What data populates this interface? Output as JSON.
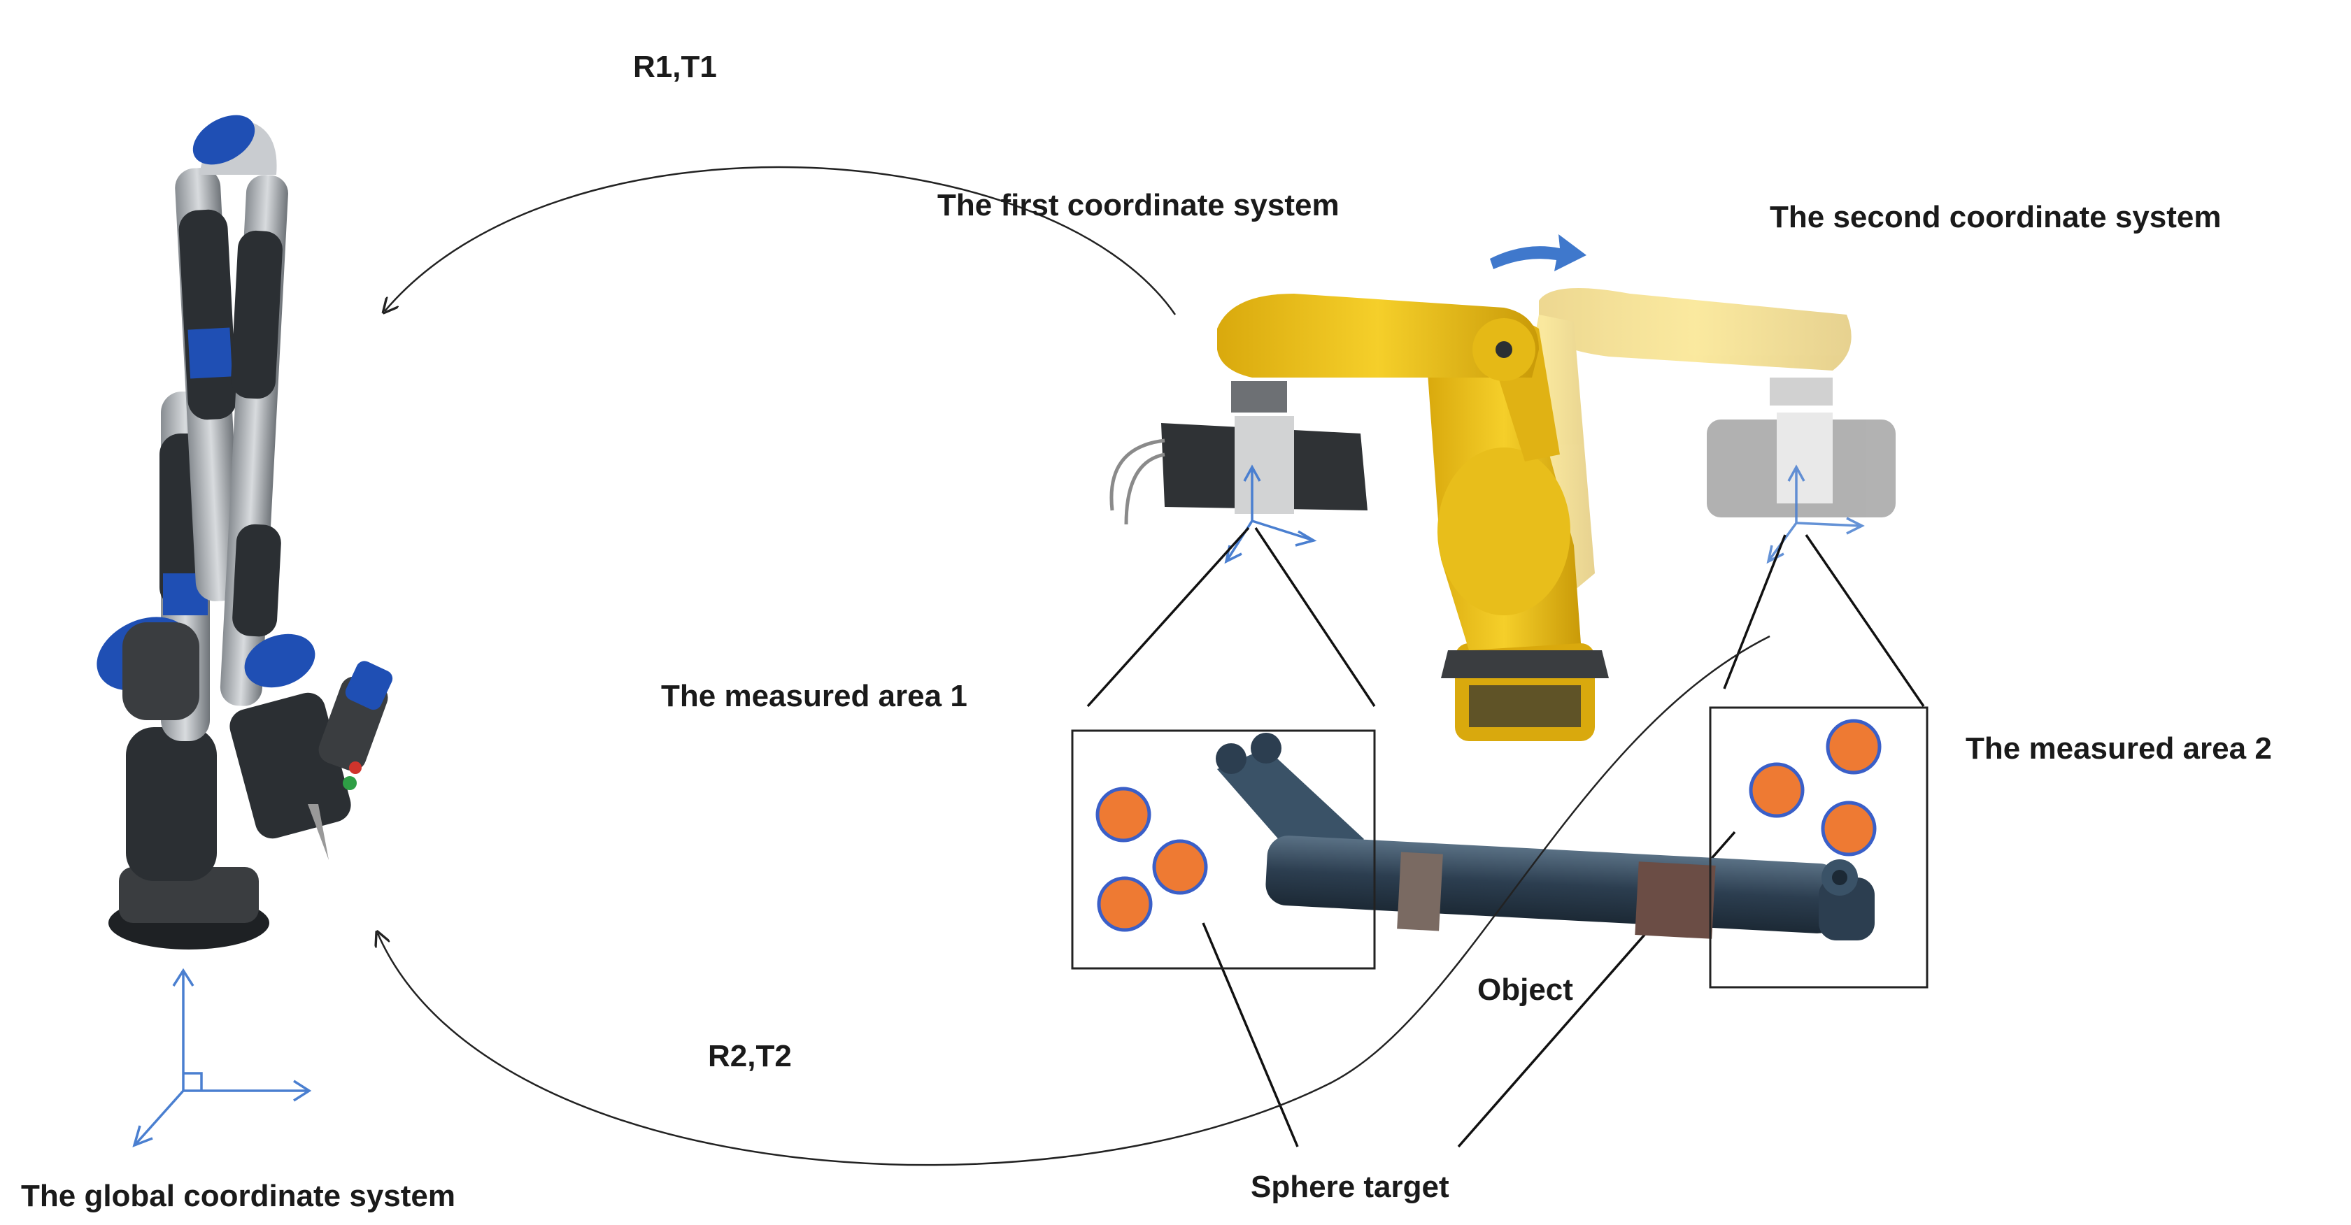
{
  "labels": {
    "r1t1": "R1,T1",
    "r2t2": "R2,T2",
    "first_cs": "The first coordinate system",
    "second_cs": "The second coordinate system",
    "measured_area_1": "The measured area 1",
    "measured_area_2": "The measured area 2",
    "object": "Object",
    "sphere_target": "Sphere target",
    "global_cs": "The global coordinate system"
  },
  "colors": {
    "axis_blue": "#4a7fd0",
    "sphere_orange": "#ee7a33",
    "sphere_ring": "#3a5fc8",
    "robot_yellow": "#f0c419",
    "arm_black": "#2b2f33",
    "arm_blue": "#1f4fb4",
    "cylinder_navy": "#2c3e50"
  }
}
